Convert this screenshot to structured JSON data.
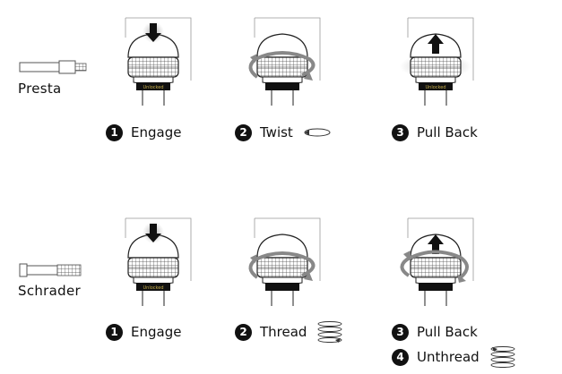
{
  "rows": [
    {
      "valve": "Presta",
      "steps": [
        {
          "num": "1",
          "label": "Engage"
        },
        {
          "num": "2",
          "label": "Twist"
        },
        {
          "num": "3",
          "label": "Pull Back"
        }
      ]
    },
    {
      "valve": "Schrader",
      "steps": [
        {
          "num": "1",
          "label": "Engage"
        },
        {
          "num": "2",
          "label": "Thread"
        },
        {
          "num": "3",
          "label": "Pull Back"
        },
        {
          "num": "4",
          "label": "Unthread"
        }
      ]
    }
  ],
  "collar_tag": "Unlocked",
  "icons": {
    "down_arrow": "down-arrow-icon",
    "up_arrow": "up-arrow-icon",
    "twist": "twist-arrow-icon",
    "thread": "spiral-icon"
  }
}
